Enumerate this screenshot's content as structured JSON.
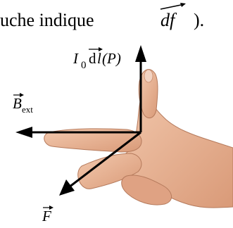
{
  "caption": {
    "text": "uche indique",
    "vector": "df",
    "closing": " )."
  },
  "labels": {
    "current": {
      "prefix": "I",
      "sub": "0",
      "d": "d",
      "l": "l",
      "point": "(P)"
    },
    "field": {
      "symbol": "B",
      "sub": "ext"
    },
    "force": {
      "symbol": "F"
    }
  },
  "colors": {
    "arrow": "#000000",
    "skin": "#e8b496",
    "skin_shadow": "#c98d6e",
    "nail": "#f2d3c2"
  }
}
